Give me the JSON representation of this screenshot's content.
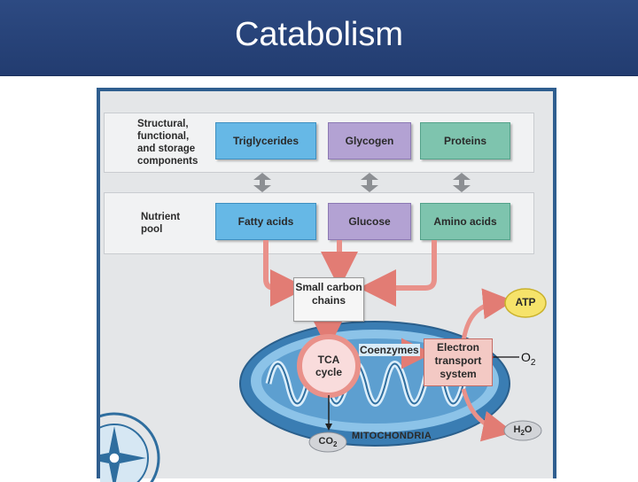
{
  "slide": {
    "title": "Catabolism"
  },
  "diagram": {
    "band_top_label": "Structural, functional, and storage components",
    "band_mid_label": "Nutrient pool",
    "storage": {
      "triglycerides": "Triglycerides",
      "glycogen": "Glycogen",
      "proteins": "Proteins"
    },
    "nutrients": {
      "fatty_acids": "Fatty acids",
      "glucose": "Glucose",
      "amino_acids": "Amino acids"
    },
    "small_carbon_chains": "Small carbon chains",
    "tca_cycle": "TCA cycle",
    "coenzymes": "Coenzymes",
    "electron_transport": "Electron transport system",
    "atp": "ATP",
    "co2": {
      "base": "CO",
      "sub": "2"
    },
    "h2o": {
      "base1": "H",
      "sub": "2",
      "base2": "O"
    },
    "mitochondria": "MITOCHONDRIA",
    "o2": {
      "base": "O",
      "sub": "2"
    }
  },
  "colors": {
    "title_bar": "#2d4a82",
    "frame_border": "#2f5e8f",
    "blue_box": "#66b8e6",
    "purple_box": "#b3a2d3",
    "teal_box": "#7ec4ae",
    "arrow_pink": "#e9918a",
    "atp_yellow": "#f6e36a",
    "mito_blue": "#4a8fc2"
  }
}
